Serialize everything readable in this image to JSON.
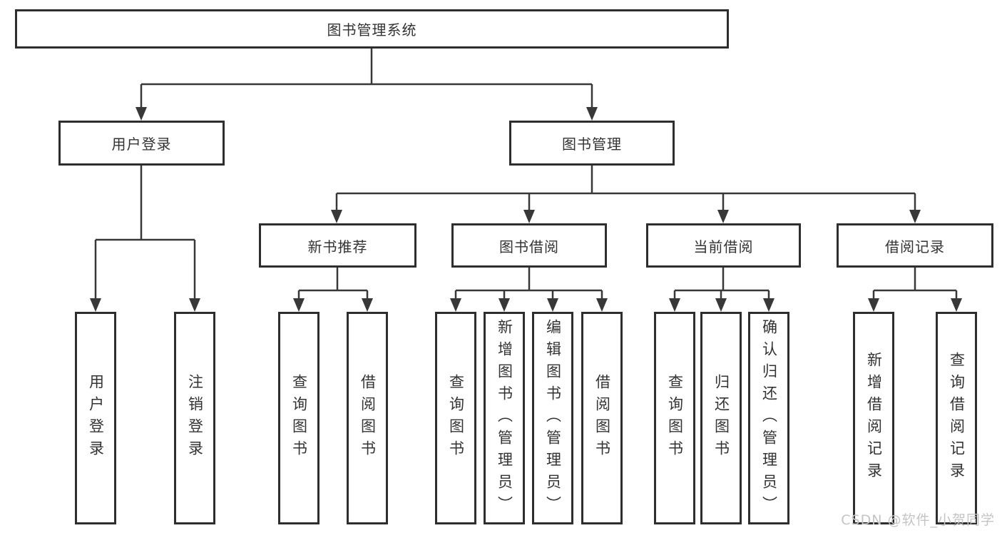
{
  "colors": {
    "background": "#ffffff",
    "box_border": "#2e2e2e",
    "line": "#383838",
    "text": "#333333",
    "watermark": "#c4c4c4"
  },
  "watermark": {
    "text": "CSDN @软件_小贺同学"
  },
  "tree": {
    "root": {
      "label": "图书管理系统",
      "children": [
        {
          "label": "用户登录",
          "children": [
            {
              "label": "用户登录"
            },
            {
              "label": "注销登录"
            }
          ]
        },
        {
          "label": "图书管理",
          "children": [
            {
              "label": "新书推荐",
              "children": [
                {
                  "label": "查询图书"
                },
                {
                  "label": "借阅图书"
                }
              ]
            },
            {
              "label": "图书借阅",
              "children": [
                {
                  "label": "查询图书"
                },
                {
                  "label": "新增图书（管理员）"
                },
                {
                  "label": "编辑图书（管理员）"
                },
                {
                  "label": "借阅图书"
                }
              ]
            },
            {
              "label": "当前借阅",
              "children": [
                {
                  "label": "查询图书"
                },
                {
                  "label": "归还图书"
                },
                {
                  "label": "确认归还（管理员）"
                }
              ]
            },
            {
              "label": "借阅记录",
              "children": [
                {
                  "label": "新增借阅记录"
                },
                {
                  "label": "查询借阅记录"
                }
              ]
            }
          ]
        }
      ]
    }
  }
}
